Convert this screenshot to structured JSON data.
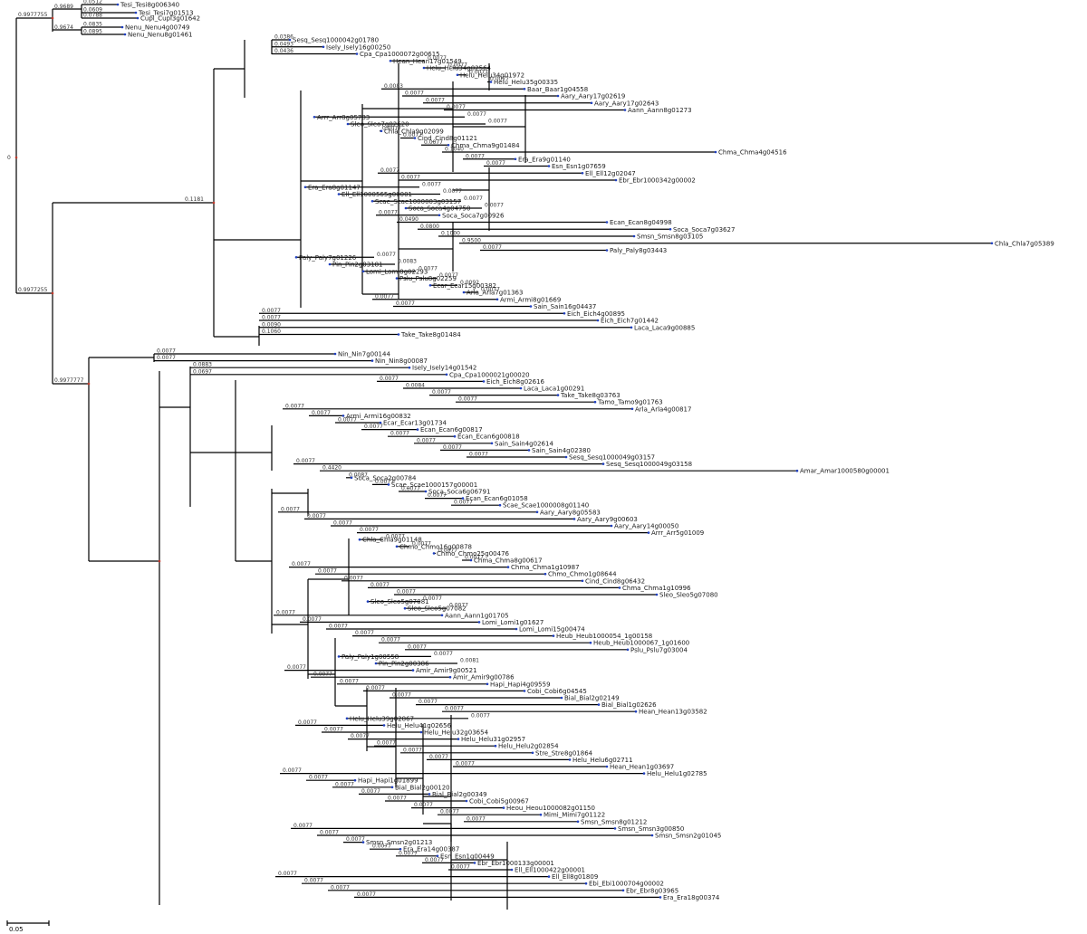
{
  "tree": {
    "root_label": "0",
    "scale_label": "0.05",
    "top_clade": {
      "outer_support": "0.9977755",
      "a": {
        "support": "0.9689",
        "leaves": [
          {
            "name": "Tesi_Tesi8g006340",
            "blen": "0.0512"
          },
          {
            "name": "Tesi_Tesi7g01513",
            "blen": "0.0609"
          },
          {
            "name": "Cupl_Cupl3g01642",
            "blen": "0.0788"
          }
        ]
      },
      "b": {
        "support": "0.9674",
        "leaves": [
          {
            "name": "Nenu_Nenu4g00749",
            "blen": "0.0835"
          },
          {
            "name": "Nenu_Nenu8g01461",
            "blen": "0.0895"
          }
        ]
      }
    },
    "main_support": "0.9977255",
    "groups": [
      {
        "support": "0.1181",
        "x_pos_frac": 0.2,
        "leaves": [
          {
            "name": "Sesq_Sesq1000042g01780",
            "blen": "0.0386"
          },
          {
            "name": "Isely_Isely16g00250",
            "blen": "0.0493"
          },
          {
            "name": "Cpa_Cpa1000072g00615",
            "blen": "0.0436"
          },
          {
            "name": "Hean_Hean17g01549",
            "blen": "0.0077"
          },
          {
            "name": "Helu_Helu34g02564",
            "blen": "0.0077"
          },
          {
            "name": "Helu_Helu34g01972",
            "blen": "0.0077"
          },
          {
            "name": "Helu_Helu35g00335",
            "blen": "0.0077"
          },
          {
            "name": "Baar_Baar1g04558",
            "blen": "0.0083"
          },
          {
            "name": "Aary_Aary17g02619",
            "blen": "0.0077"
          },
          {
            "name": "Aary_Aary17g02643",
            "blen": "0.0077"
          },
          {
            "name": "Aann_Aann8g01273",
            "blen": "0.0077"
          },
          {
            "name": "Arrr_Arr8g05783",
            "blen": "0.0077"
          },
          {
            "name": "Sleo_Sleo7g02620",
            "blen": "0.0077"
          },
          {
            "name": "Chla_Chla9g02099",
            "blen": "0.0077"
          },
          {
            "name": "Cind_Cind8g01121",
            "blen": "0.0077"
          },
          {
            "name": "Chma_Chma9g01484",
            "blen": "0.0077"
          },
          {
            "name": "Chma_Chma4g04516",
            "blen": "0.1040"
          },
          {
            "name": "Era_Era9g01140",
            "blen": "0.0077"
          },
          {
            "name": "Esn_Esn1g07659",
            "blen": "0.0077"
          },
          {
            "name": "Ell_Ell12g02047",
            "blen": "0.0077"
          },
          {
            "name": "Ebr_Ebr1000342g00002",
            "blen": "0.0077"
          },
          {
            "name": "Era_Era8g01147",
            "blen": "0.0077"
          },
          {
            "name": "Ell_Ell1000565g00001",
            "blen": "0.0077"
          },
          {
            "name": "Scae_Scae1000003g03157",
            "blen": "0.0077"
          },
          {
            "name": "Soca_Soca4g04750",
            "blen": "0.0077"
          },
          {
            "name": "Soca_Soca7g00926",
            "blen": "0.0077"
          },
          {
            "name": "Ecan_Ecan8g04998",
            "blen": "0.0490"
          },
          {
            "name": "Soca_Soca7g03627",
            "blen": "0.0800"
          },
          {
            "name": "Smsn_Smsn8g03105",
            "blen": "0.1000"
          },
          {
            "name": "Chla_Chla7g05389",
            "blen": "0.9500"
          },
          {
            "name": "Paly_Paly8g03443",
            "blen": "0.0077"
          },
          {
            "name": "Paly_Paly7g01226",
            "blen": "0.0077"
          },
          {
            "name": "Pin_Pin2g03181",
            "blen": "0.0083"
          },
          {
            "name": "Lomi_Lomi8g02293",
            "blen": "0.0077"
          },
          {
            "name": "Pslu_Pslu8g02259",
            "blen": "0.0077"
          },
          {
            "name": "Ecar_Ecar15g00382",
            "blen": "0.0092"
          },
          {
            "name": "Arla_Arla7g01363",
            "blen": "0.0077"
          },
          {
            "name": "Armi_Armi8g01669",
            "blen": "0.0077"
          },
          {
            "name": "Sain_Sain16g04437",
            "blen": "0.0077"
          },
          {
            "name": "Eich_Eich4g00895",
            "blen": "0.0077"
          },
          {
            "name": "Eich_Eich7g01442",
            "blen": "0.0077"
          },
          {
            "name": "Laca_Laca9g00885",
            "blen": "0.0090"
          },
          {
            "name": "Take_Take8g01484",
            "blen": "0.1060"
          }
        ]
      },
      {
        "support": "0.9977777",
        "leaves": [
          {
            "name": "Nin_Nin7g00144",
            "blen": "0.0077"
          },
          {
            "name": "Nin_Nin8g00087",
            "blen": "0.0077"
          },
          {
            "name": "Isely_Isely14g01542",
            "blen": "0.0883"
          },
          {
            "name": "Cpa_Cpa1000021g00020",
            "blen": "0.0697"
          },
          {
            "name": "Eich_Eich8g02616",
            "blen": "0.0077"
          },
          {
            "name": "Laca_Laca1g00291",
            "blen": "0.0084"
          },
          {
            "name": "Take_Take8g03763",
            "blen": "0.0077"
          },
          {
            "name": "Tamo_Tamo9g01763",
            "blen": "0.0077"
          },
          {
            "name": "Arla_Arla4g00817",
            "blen": "0.0077"
          },
          {
            "name": "Armi_Armi16g00832",
            "blen": "0.0077"
          },
          {
            "name": "Ecar_Ecar13g01734",
            "blen": "0.0077"
          },
          {
            "name": "Ecan_Ecan6g00817",
            "blen": "0.0077"
          },
          {
            "name": "Ecan_Ecan6g00818",
            "blen": "0.0077"
          },
          {
            "name": "Sain_Sain4g02614",
            "blen": "0.0077"
          },
          {
            "name": "Sain_Sain4g02380",
            "blen": "0.0077"
          },
          {
            "name": "Sesq_Sesq1000049g03157",
            "blen": "0.0077"
          },
          {
            "name": "Sesq_Sesq1000049g03158",
            "blen": "0.0077"
          },
          {
            "name": "Amar_Amar1000580g00001",
            "blen": "0.4420"
          },
          {
            "name": "Soca_Soca2g00784",
            "blen": "0.0087"
          },
          {
            "name": "Scae_Scae1000157g00001",
            "blen": "0.0077"
          },
          {
            "name": "Soca_Soca6g06791",
            "blen": "0.0077"
          },
          {
            "name": "Ecan_Ecan6g01058",
            "blen": "0.0077"
          },
          {
            "name": "Scae_Scae1000008g01140",
            "blen": "0.0077"
          },
          {
            "name": "Aary_Aary8g05583",
            "blen": "0.0077"
          },
          {
            "name": "Aary_Aary9g00603",
            "blen": "0.0077"
          },
          {
            "name": "Aary_Aary14g00050",
            "blen": "0.0077"
          },
          {
            "name": "Arrr_Arr5g01009",
            "blen": "0.0077"
          },
          {
            "name": "Chla_Chla9g01148",
            "blen": "0.0077"
          },
          {
            "name": "Chmo_Chmo16g00878",
            "blen": "0.0077"
          },
          {
            "name": "Chmo_Chmo25g00476",
            "blen": "0.0077"
          },
          {
            "name": "Chma_Chma8g00617",
            "blen": "0.0077"
          },
          {
            "name": "Chma_Chma1g10987",
            "blen": "0.0077"
          },
          {
            "name": "Chmo_Chmo1g08644",
            "blen": "0.0077"
          },
          {
            "name": "Cind_Cind8g06432",
            "blen": "0.0077"
          },
          {
            "name": "Chma_Chma1g10996",
            "blen": "0.0077"
          },
          {
            "name": "Sleo_Sleo5g07080",
            "blen": "0.0077"
          },
          {
            "name": "Sleo_Sleo5g07081",
            "blen": "0.0077"
          },
          {
            "name": "Sleo_Sleo5g07082",
            "blen": "0.0077"
          },
          {
            "name": "Aann_Aann1g01705",
            "blen": "0.0077"
          },
          {
            "name": "Lomi_Lomi1g01627",
            "blen": "0.0077"
          },
          {
            "name": "Lomi_Lomi15g00474",
            "blen": "0.0077"
          },
          {
            "name": "Heub_Heub1000054_1g00158",
            "blen": "0.0077"
          },
          {
            "name": "Heub_Heub1000067_1g01600",
            "blen": "0.0077"
          },
          {
            "name": "Pslu_Pslu7g03004",
            "blen": "0.0077"
          },
          {
            "name": "Paly_Paly1g00558",
            "blen": "0.0077"
          },
          {
            "name": "Pin_Pin2g00386",
            "blen": "0.0081"
          },
          {
            "name": "Amir_Amir9g00521",
            "blen": "0.0077"
          },
          {
            "name": "Amir_Amir9g00786",
            "blen": "0.0077"
          },
          {
            "name": "Hapi_Hapi4g09559",
            "blen": "0.0077"
          },
          {
            "name": "Cobi_Cobi6g04545",
            "blen": "0.0077"
          },
          {
            "name": "Bial_Bial2g02149",
            "blen": "0.0077"
          },
          {
            "name": "Bial_Bial1g02626",
            "blen": "0.0077"
          },
          {
            "name": "Hean_Hean13g03582",
            "blen": "0.0077"
          },
          {
            "name": "Helu_Helu39g02867",
            "blen": "0.0077"
          },
          {
            "name": "Helu_Helu41g02656",
            "blen": "0.0077"
          },
          {
            "name": "Helu_Helu32g03654",
            "blen": "0.0077"
          },
          {
            "name": "Helu_Helu31g02957",
            "blen": "0.0077"
          },
          {
            "name": "Helu_Helu2g02854",
            "blen": "0.0077"
          },
          {
            "name": "Stre_Stre8g01864",
            "blen": "0.0077"
          },
          {
            "name": "Helu_Helu6g02711",
            "blen": "0.0077"
          },
          {
            "name": "Hean_Hean1g03697",
            "blen": "0.0077"
          },
          {
            "name": "Helu_Helu1g02785",
            "blen": "0.0077"
          },
          {
            "name": "Hapi_Hapi1g01899",
            "blen": "0.0077"
          },
          {
            "name": "Bial_Bial2g00120",
            "blen": "0.0077"
          },
          {
            "name": "Bial_Bial2g00349",
            "blen": "0.0077"
          },
          {
            "name": "Cobi_Cobi5g00967",
            "blen": "0.0077"
          },
          {
            "name": "Heou_Heou1000082g01150",
            "blen": "0.0077"
          },
          {
            "name": "Mimi_Mimi7g01122",
            "blen": "0.0077"
          },
          {
            "name": "Smsn_Smsn8g01212",
            "blen": "0.0077"
          },
          {
            "name": "Smsn_Smsn3g00850",
            "blen": "0.0077"
          },
          {
            "name": "Smsn_Smsn2g01045",
            "blen": "0.0077"
          },
          {
            "name": "Smsn_Smsn2g01213",
            "blen": "0.0077"
          },
          {
            "name": "Era_Era14g00387",
            "blen": "0.0077"
          },
          {
            "name": "Esn_Esn1g00449",
            "blen": "0.0077"
          },
          {
            "name": "Ebr_Ebr1000133g00001",
            "blen": "0.0077"
          },
          {
            "name": "Ell_Ell1000422g00001",
            "blen": "0.0077"
          },
          {
            "name": "Ell_Ell8g01809",
            "blen": "0.0077"
          },
          {
            "name": "Ebi_Ebi1000704g00002",
            "blen": "0.0077"
          },
          {
            "name": "Ebr_Ebr8g03965",
            "blen": "0.0077"
          },
          {
            "name": "Era_Era18g00374",
            "blen": "0.0077"
          }
        ]
      }
    ]
  },
  "colors": {
    "branch": "#000000",
    "node": "#c0392b",
    "leaf_marker": "#1f3fbf",
    "background": "#ffffff"
  }
}
